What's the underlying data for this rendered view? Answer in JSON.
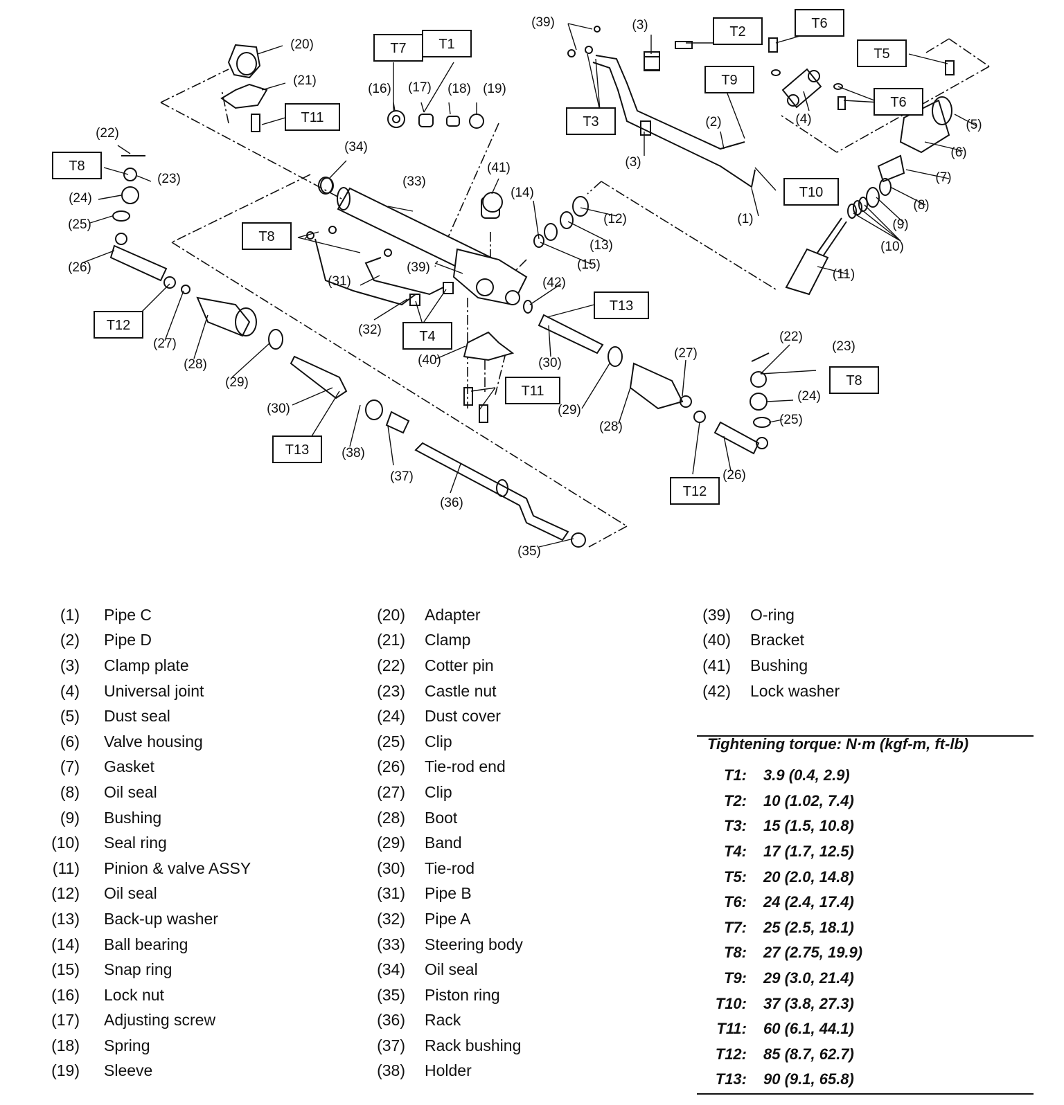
{
  "diagram": {
    "callouts": [
      "(1)",
      "(2)",
      "(3)",
      "(3)",
      "(4)",
      "(5)",
      "(6)",
      "(7)",
      "(8)",
      "(9)",
      "(10)",
      "(11)",
      "(12)",
      "(13)",
      "(14)",
      "(15)",
      "(16)",
      "(17)",
      "(18)",
      "(19)",
      "(20)",
      "(21)",
      "(22)",
      "(22)",
      "(23)",
      "(23)",
      "(24)",
      "(24)",
      "(25)",
      "(25)",
      "(26)",
      "(26)",
      "(27)",
      "(27)",
      "(28)",
      "(28)",
      "(29)",
      "(29)",
      "(30)",
      "(30)",
      "(31)",
      "(32)",
      "(33)",
      "(34)",
      "(35)",
      "(36)",
      "(37)",
      "(38)",
      "(39)",
      "(39)",
      "(40)",
      "(41)",
      "(42)"
    ],
    "torque_boxes": [
      "T1",
      "T2",
      "T3",
      "T4",
      "T5",
      "T6",
      "T6",
      "T7",
      "T8",
      "T8",
      "T8",
      "T9",
      "T10",
      "T11",
      "T11",
      "T12",
      "T12",
      "T13",
      "T13"
    ]
  },
  "legend": {
    "col1": [
      {
        "num": "(1)",
        "name": "Pipe C"
      },
      {
        "num": "(2)",
        "name": "Pipe D"
      },
      {
        "num": "(3)",
        "name": "Clamp plate"
      },
      {
        "num": "(4)",
        "name": "Universal joint"
      },
      {
        "num": "(5)",
        "name": "Dust seal"
      },
      {
        "num": "(6)",
        "name": "Valve housing"
      },
      {
        "num": "(7)",
        "name": "Gasket"
      },
      {
        "num": "(8)",
        "name": "Oil seal"
      },
      {
        "num": "(9)",
        "name": "Bushing"
      },
      {
        "num": "(10)",
        "name": "Seal ring"
      },
      {
        "num": "(11)",
        "name": "Pinion & valve ASSY"
      },
      {
        "num": "(12)",
        "name": "Oil seal"
      },
      {
        "num": "(13)",
        "name": "Back-up washer"
      },
      {
        "num": "(14)",
        "name": "Ball bearing"
      },
      {
        "num": "(15)",
        "name": "Snap ring"
      },
      {
        "num": "(16)",
        "name": "Lock nut"
      },
      {
        "num": "(17)",
        "name": "Adjusting screw"
      },
      {
        "num": "(18)",
        "name": "Spring"
      },
      {
        "num": "(19)",
        "name": "Sleeve"
      }
    ],
    "col2": [
      {
        "num": "(20)",
        "name": "Adapter"
      },
      {
        "num": "(21)",
        "name": "Clamp"
      },
      {
        "num": "(22)",
        "name": "Cotter pin"
      },
      {
        "num": "(23)",
        "name": "Castle nut"
      },
      {
        "num": "(24)",
        "name": "Dust cover"
      },
      {
        "num": "(25)",
        "name": "Clip"
      },
      {
        "num": "(26)",
        "name": "Tie-rod end"
      },
      {
        "num": "(27)",
        "name": "Clip"
      },
      {
        "num": "(28)",
        "name": "Boot"
      },
      {
        "num": "(29)",
        "name": "Band"
      },
      {
        "num": "(30)",
        "name": "Tie-rod"
      },
      {
        "num": "(31)",
        "name": "Pipe B"
      },
      {
        "num": "(32)",
        "name": "Pipe A"
      },
      {
        "num": "(33)",
        "name": "Steering body"
      },
      {
        "num": "(34)",
        "name": "Oil seal"
      },
      {
        "num": "(35)",
        "name": "Piston ring"
      },
      {
        "num": "(36)",
        "name": "Rack"
      },
      {
        "num": "(37)",
        "name": "Rack bushing"
      },
      {
        "num": "(38)",
        "name": "Holder"
      }
    ],
    "col3": [
      {
        "num": "(39)",
        "name": "O-ring"
      },
      {
        "num": "(40)",
        "name": "Bracket"
      },
      {
        "num": "(41)",
        "name": "Bushing"
      },
      {
        "num": "(42)",
        "name": "Lock washer"
      }
    ]
  },
  "torque": {
    "title": "Tightening torque: N·m (kgf-m, ft-lb)",
    "rows": [
      {
        "key": "T1:",
        "value": "3.9 (0.4, 2.9)"
      },
      {
        "key": "T2:",
        "value": "10 (1.02, 7.4)"
      },
      {
        "key": "T3:",
        "value": "15 (1.5, 10.8)"
      },
      {
        "key": "T4:",
        "value": "17 (1.7, 12.5)"
      },
      {
        "key": "T5:",
        "value": "20 (2.0, 14.8)"
      },
      {
        "key": "T6:",
        "value": "24 (2.4, 17.4)"
      },
      {
        "key": "T7:",
        "value": "25 (2.5, 18.1)"
      },
      {
        "key": "T8:",
        "value": "27 (2.75, 19.9)"
      },
      {
        "key": "T9:",
        "value": "29 (3.0, 21.4)"
      },
      {
        "key": "T10:",
        "value": "37 (3.8, 27.3)"
      },
      {
        "key": "T11:",
        "value": "60 (6.1, 44.1)"
      },
      {
        "key": "T12:",
        "value": "85 (8.7, 62.7)"
      },
      {
        "key": "T13:",
        "value": "90 (9.1, 65.8)"
      }
    ]
  }
}
